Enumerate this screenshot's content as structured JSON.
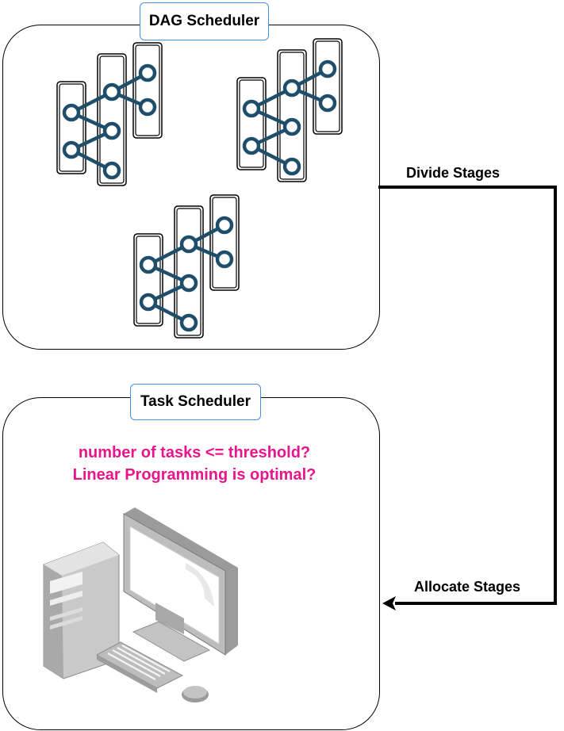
{
  "dag_scheduler": {
    "title": "DAG Scheduler"
  },
  "task_scheduler": {
    "title": "Task Scheduler",
    "question_1": "number of tasks <= threshold?",
    "question_2": "Linear Programming is optimal?"
  },
  "edges": {
    "divide_label": "Divide Stages",
    "allocate_label": "Allocate Stages"
  },
  "icons": {
    "dag_graph": "dag-graph-icon",
    "computer": "desktop-computer-icon"
  },
  "colors": {
    "node": "#1f4e6b",
    "accent_text": "#e8158c",
    "label_border": "#4a90e2",
    "line": "#000000"
  }
}
